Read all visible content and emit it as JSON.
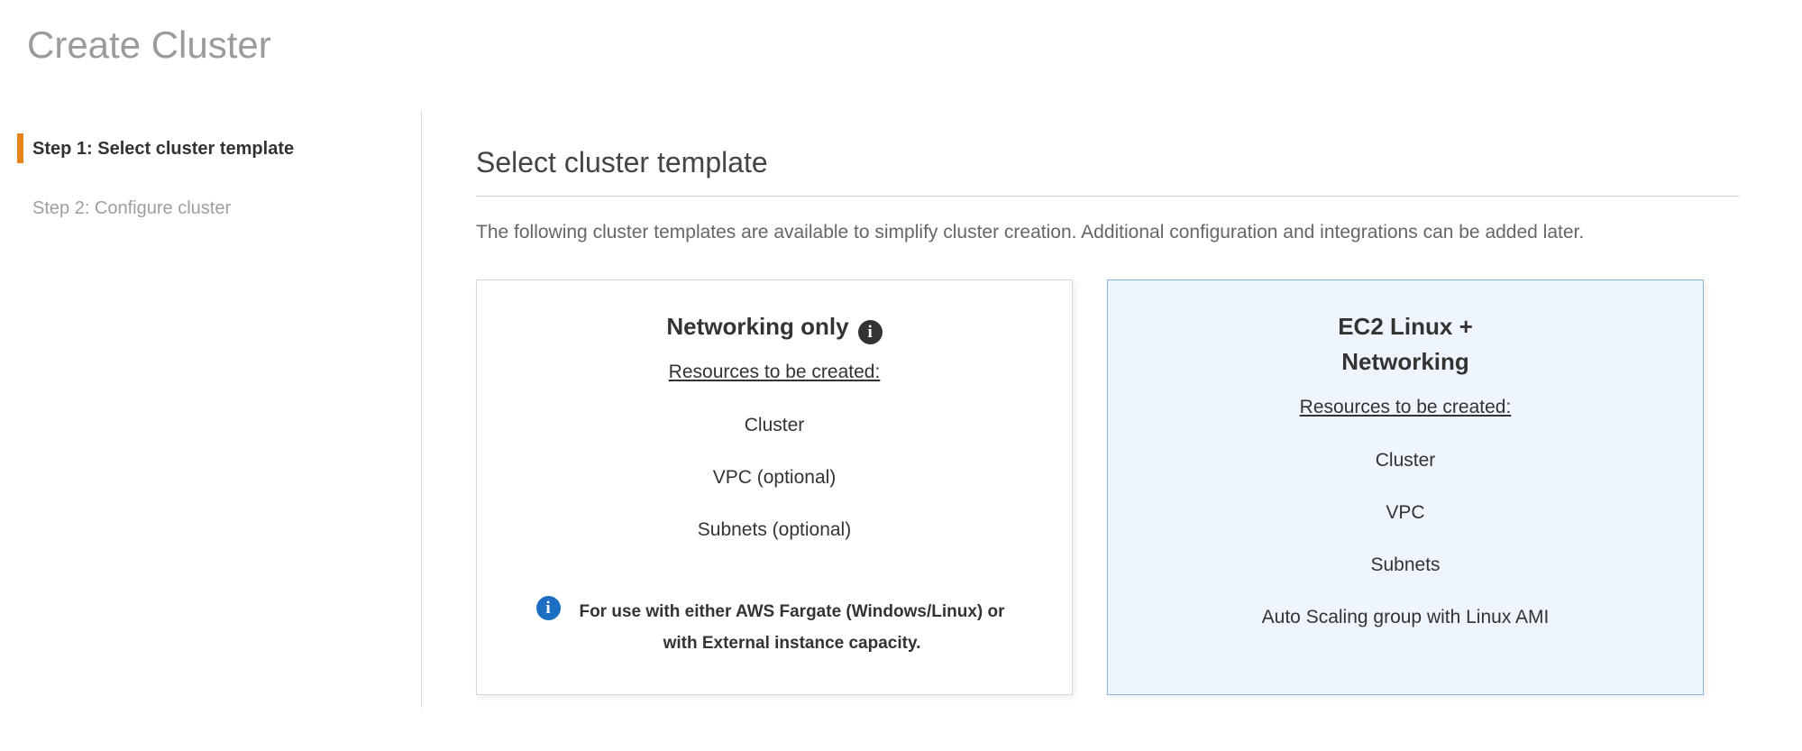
{
  "page": {
    "title": "Create Cluster"
  },
  "sidebar": {
    "steps": [
      {
        "label": "Step 1: Select cluster template",
        "active": true
      },
      {
        "label": "Step 2: Configure cluster",
        "active": false
      }
    ]
  },
  "main": {
    "heading": "Select cluster template",
    "description": "The following cluster templates are available to simplify cluster creation. Additional configuration and integrations can be added later.",
    "cards": [
      {
        "title_lines": [
          "Networking only"
        ],
        "resources_label": "Resources to be created:",
        "resources": [
          "Cluster",
          "VPC (optional)",
          "Subnets (optional)"
        ],
        "note": "For use with either AWS Fargate (Windows/Linux) or with External instance capacity.",
        "selected": false
      },
      {
        "title_lines": [
          "EC2 Linux +",
          "Networking"
        ],
        "resources_label": "Resources to be created:",
        "resources": [
          "Cluster",
          "VPC",
          "Subnets",
          "Auto Scaling group with Linux AMI"
        ],
        "selected": true
      }
    ]
  },
  "icons": {
    "info_glyph": "i"
  },
  "colors": {
    "accent_orange": "#e8841c",
    "page_title_text": "#9b9b9b",
    "active_step_text": "#333333",
    "inactive_step_text": "#9e9e9e",
    "card_border": "#d6d6d6",
    "selected_card_bg": "#eef5fc",
    "selected_card_border": "#8ab4d8",
    "info_icon_dark": "#333333",
    "info_icon_blue": "#1b6ec2"
  }
}
